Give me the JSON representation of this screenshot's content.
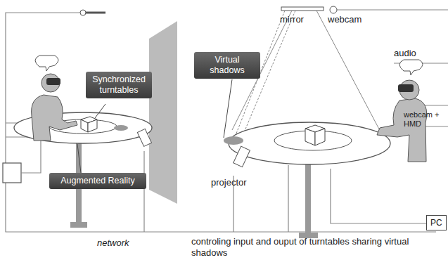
{
  "diagram": {
    "nodes": [
      {
        "text": [
          "Synchronized turntables"
        ]
      },
      {
        "text": [
          "Virtual shadows"
        ]
      },
      {
        "text": [
          "Augmented Reality"
        ]
      },
      {
        "text": [
          "PC"
        ]
      }
    ],
    "labels": [
      "mirror",
      "webcam",
      "audio",
      "webcam + HMD",
      "projector",
      "network",
      "controling input and ouput of turntables sharing virtual shadows"
    ]
  }
}
